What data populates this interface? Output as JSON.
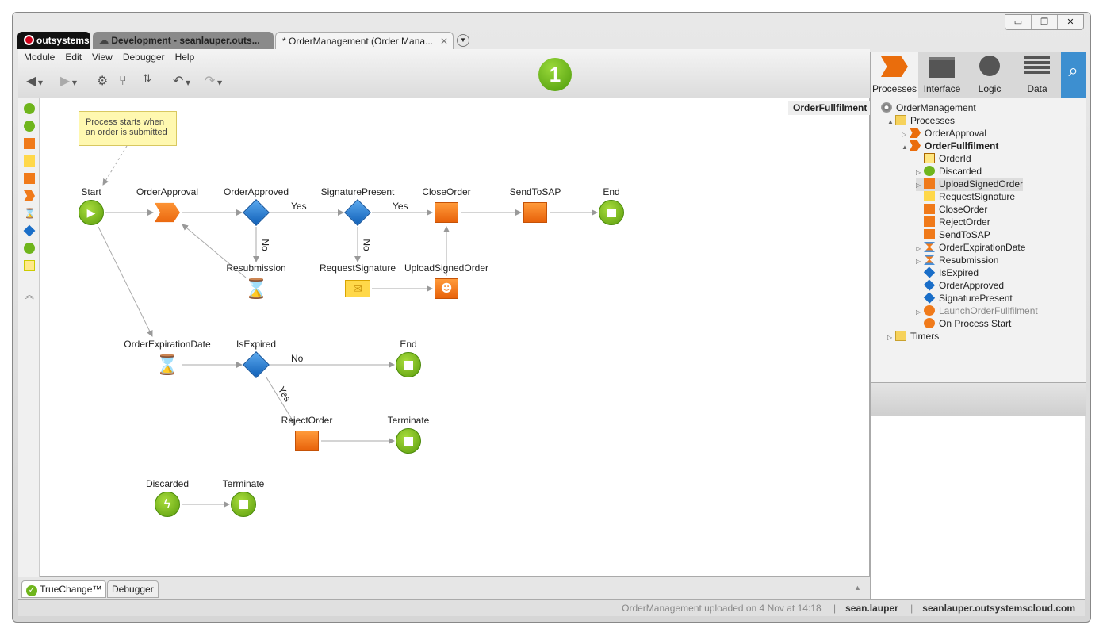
{
  "tabs": {
    "brand": "outsystems",
    "env": "Development - seanlauper.outs...",
    "doc": "* OrderManagement (Order Mana..."
  },
  "menu": [
    "Module",
    "Edit",
    "View",
    "Debugger",
    "Help"
  ],
  "step_badge": "1",
  "canvas": {
    "flow_name": "OrderFullfilment",
    "comment": "Process starts when an order is submitted",
    "nodes": {
      "start": "Start",
      "order_approval": "OrderApproval",
      "order_approved": "OrderApproved",
      "signature_present": "SignaturePresent",
      "close_order": "CloseOrder",
      "send_to_sap": "SendToSAP",
      "end1": "End",
      "resubmission": "Resubmission",
      "request_signature": "RequestSignature",
      "upload_signed_order": "UploadSignedOrder",
      "order_expiration_date": "OrderExpirationDate",
      "is_expired": "IsExpired",
      "end2": "End",
      "reject_order": "RejectOrder",
      "terminate1": "Terminate",
      "discarded": "Discarded",
      "terminate2": "Terminate"
    },
    "edges": {
      "yes1": "Yes",
      "yes2": "Yes",
      "no1": "No",
      "no2": "No",
      "no3": "No",
      "yes3": "Yes"
    }
  },
  "right_tabs": [
    "Processes",
    "Interface",
    "Logic",
    "Data"
  ],
  "tree": [
    "OrderManagement",
    "Processes",
    "OrderApproval",
    "OrderFullfilment",
    "OrderId",
    "Discarded",
    "UploadSignedOrder",
    "RequestSignature",
    "CloseOrder",
    "RejectOrder",
    "SendToSAP",
    "OrderExpirationDate",
    "Resubmission",
    "IsExpired",
    "OrderApproved",
    "SignaturePresent",
    "LaunchOrderFullfilment",
    "On Process Start",
    "Timers"
  ],
  "bottom_tabs": [
    "TrueChange™",
    "Debugger"
  ],
  "status": {
    "message": "OrderManagement uploaded on 4 Nov at 14:18",
    "user": "sean.lauper",
    "server": "seanlauper.outsystemscloud.com"
  }
}
